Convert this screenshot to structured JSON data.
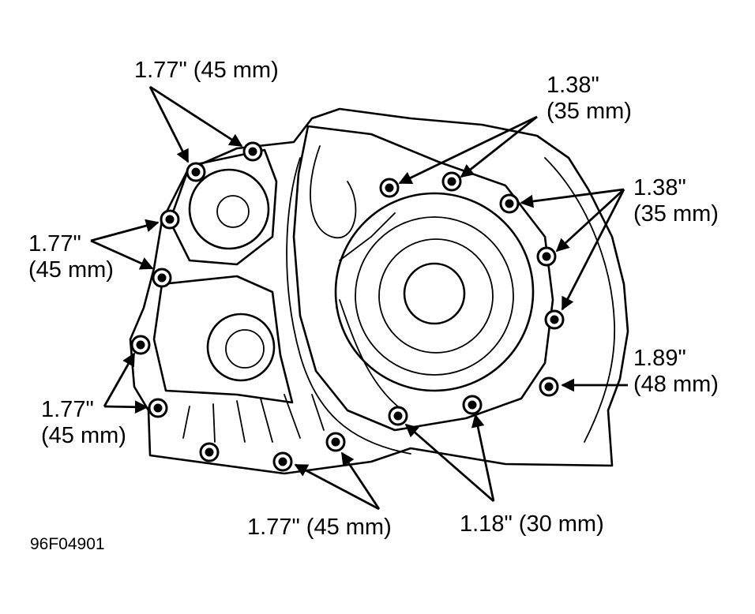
{
  "figure_code": "96F04901",
  "labels": {
    "top_left": {
      "line1": "1.77\" (45 mm)"
    },
    "top_center": {
      "line1": "1.38\"",
      "line2": "(35 mm)"
    },
    "right_upper": {
      "line1": "1.38\"",
      "line2": "(35 mm)"
    },
    "left_upper": {
      "line1": "1.77\"",
      "line2": "(45 mm)"
    },
    "right_lower": {
      "line1": "1.89\"",
      "line2": "(48 mm)"
    },
    "left_lower": {
      "line1": "1.77\"",
      "line2": "(45 mm)"
    },
    "bottom_left": {
      "line1": "1.77\" (45 mm)"
    },
    "bottom_right": {
      "line1": "1.18\" (30 mm)"
    }
  },
  "colors": {
    "ink": "#000000",
    "paper": "#ffffff"
  }
}
